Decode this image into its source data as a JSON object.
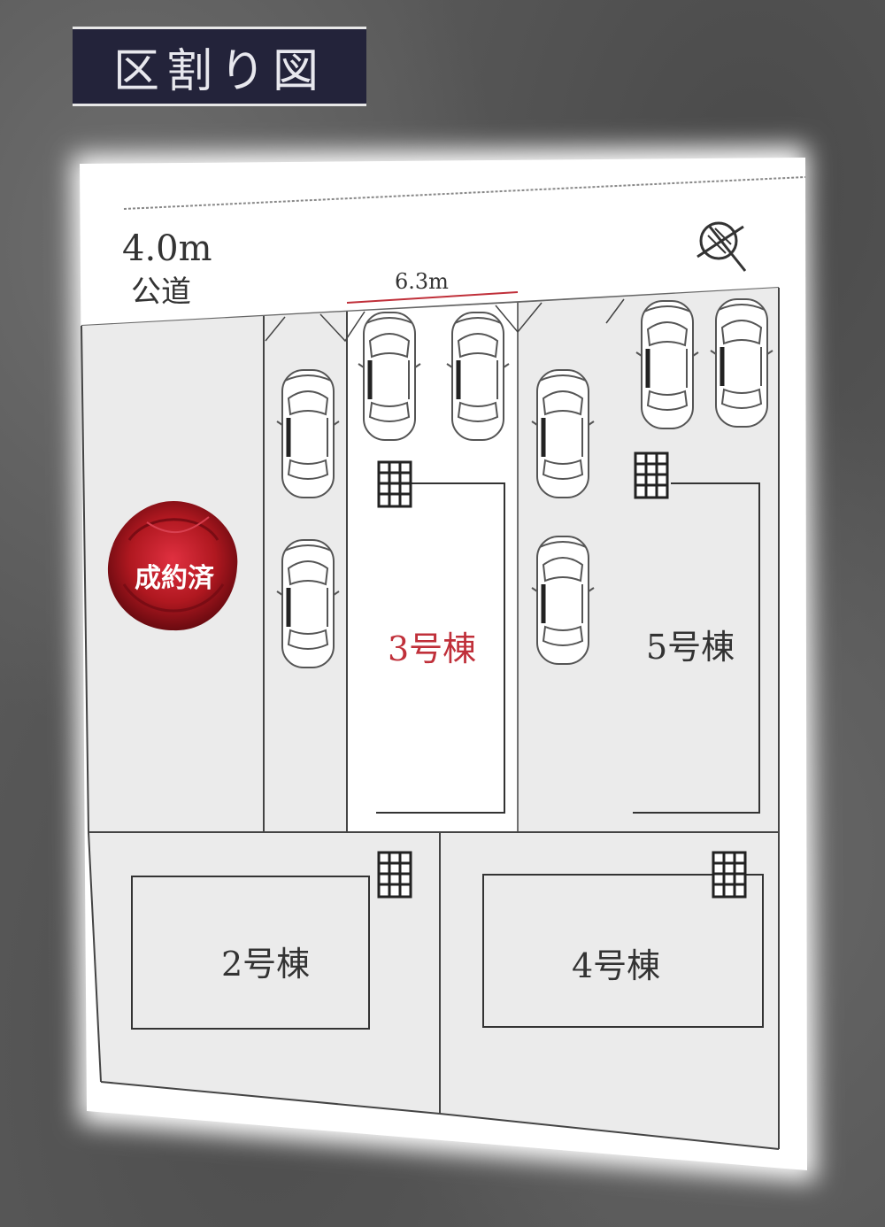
{
  "title": "区割り図",
  "road": {
    "width": "4.0m",
    "type": "公道"
  },
  "dimension": "6.3m",
  "sold_stamp": "成約済",
  "lots": [
    {
      "id": "lot-2",
      "label": "2号棟"
    },
    {
      "id": "lot-3",
      "label": "3号棟"
    },
    {
      "id": "lot-4",
      "label": "4号棟"
    },
    {
      "id": "lot-5",
      "label": "5号棟"
    }
  ],
  "colors": {
    "highlight_lot": "#c0303a",
    "sold_stamp": "#b01820",
    "title_bg": "#23233a"
  },
  "icons": [
    "north-arrow-icon",
    "meter-box-icon",
    "car-icon"
  ]
}
